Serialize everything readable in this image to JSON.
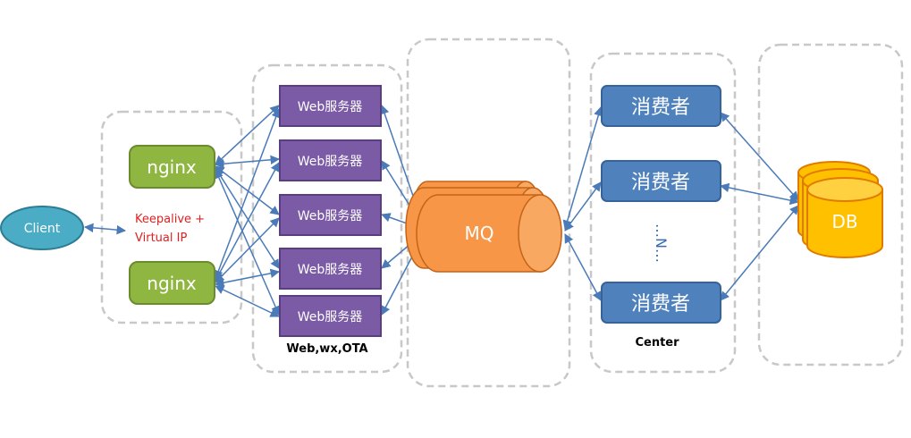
{
  "client": {
    "label": "Client"
  },
  "lb": {
    "nodes": [
      "nginx",
      "nginx"
    ],
    "note_line1": "Keepalive +",
    "note_line2": "Virtual IP"
  },
  "web": {
    "servers": [
      "Web服务器",
      "Web服务器",
      "Web服务器",
      "Web服务器",
      "Web服务器"
    ],
    "caption": "Web,wx,OTA"
  },
  "mq": {
    "label": "MQ"
  },
  "center": {
    "consumers": [
      "消费者",
      "消费者",
      "消费者"
    ],
    "ellipsis": "…N…",
    "caption": "Center"
  },
  "db": {
    "label": "DB"
  },
  "colors": {
    "client_fill": "#4bacc6",
    "nginx_fill": "#8fb640",
    "web_fill": "#7b5aa6",
    "mq_fill": "#f79646",
    "consumer_fill": "#4f81bd",
    "db_fill": "#ffc000",
    "arrow": "#4a7ab8",
    "note_red": "#e02020"
  }
}
